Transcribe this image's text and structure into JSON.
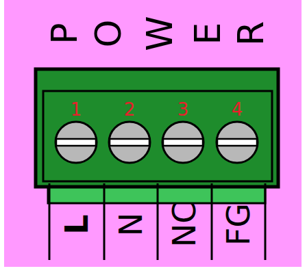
{
  "diagram": {
    "labels": [
      "POWER",
      "1",
      "2",
      "3",
      "4",
      "L",
      "N",
      "NC",
      "FG"
    ]
  }
}
